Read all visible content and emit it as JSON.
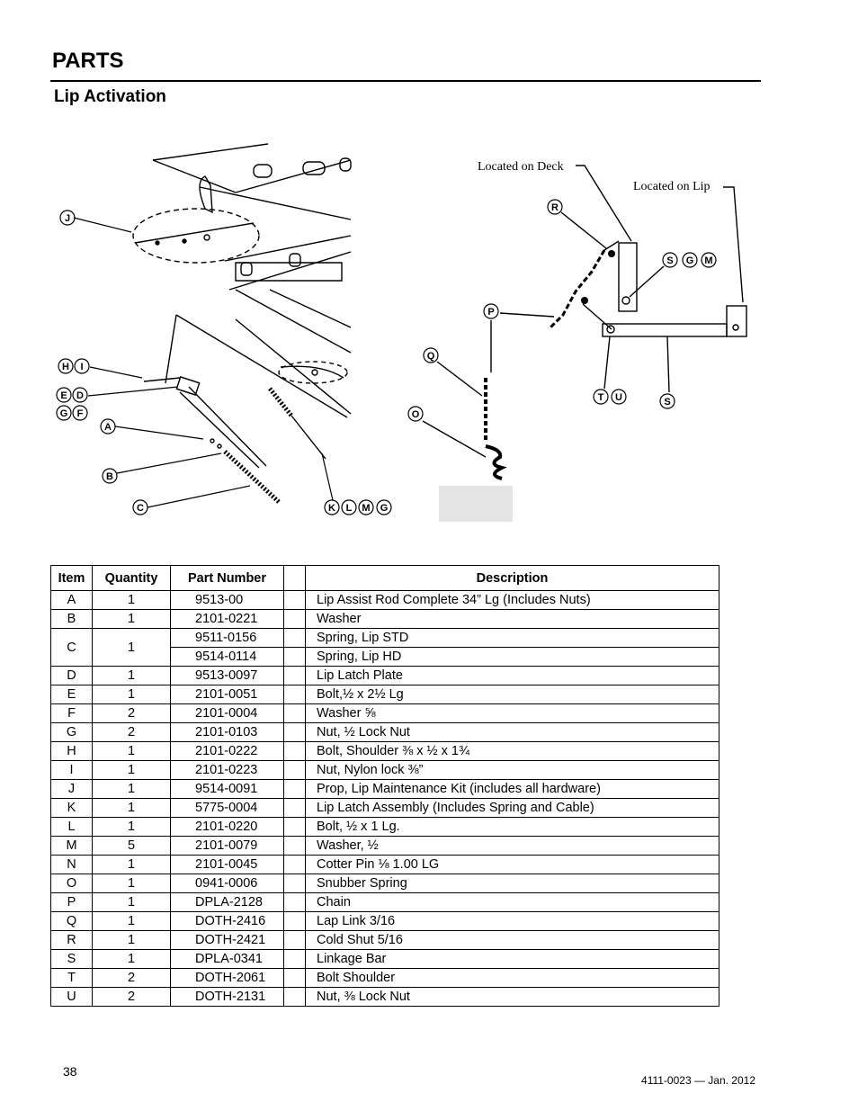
{
  "header": {
    "section": "PARTS",
    "subsection": "Lip Activation"
  },
  "figure": {
    "callouts": [
      "J",
      "H",
      "I",
      "E",
      "D",
      "G",
      "F",
      "A",
      "B",
      "C",
      "K",
      "L",
      "M",
      "G",
      "R",
      "S",
      "G",
      "M",
      "P",
      "Q",
      "O",
      "T",
      "U",
      "S"
    ],
    "notes": {
      "deck": "Located on Deck",
      "lip": "Located on Lip"
    }
  },
  "table": {
    "headers": [
      "Item",
      "Quantity",
      "Part Number",
      "",
      "Description"
    ],
    "rows": [
      {
        "item": "A",
        "qty": "1",
        "part": "9513-00",
        "desc": "Lip Assist Rod Complete 34” Lg (Includes Nuts)"
      },
      {
        "item": "B",
        "qty": "1",
        "part": "2101-0221",
        "desc": "Washer"
      },
      {
        "item": "C",
        "qty": "1",
        "part": "9511-0156",
        "desc": "Spring, Lip STD",
        "part2": "9514-0114",
        "desc2": "Spring, Lip HD"
      },
      {
        "item": "D",
        "qty": "1",
        "part": "9513-0097",
        "desc": "Lip Latch Plate"
      },
      {
        "item": "E",
        "qty": "1",
        "part": "2101-0051",
        "desc": "Bolt,½ x 2½ Lg"
      },
      {
        "item": "F",
        "qty": "2",
        "part": "2101-0004",
        "desc": "Washer ⅝"
      },
      {
        "item": "G",
        "qty": "2",
        "part": "2101-0103",
        "desc": "Nut, ½ Lock Nut"
      },
      {
        "item": "H",
        "qty": "1",
        "part": "2101-0222",
        "desc": "Bolt, Shoulder ⅜ x ½ x 1¾"
      },
      {
        "item": "I",
        "qty": "1",
        "part": "2101-0223",
        "desc": "Nut, Nylon lock ⅜”"
      },
      {
        "item": "J",
        "qty": "1",
        "part": "9514-0091",
        "desc": "Prop, Lip Maintenance Kit (includes all hardware)"
      },
      {
        "item": "K",
        "qty": "1",
        "part": "5775-0004",
        "desc": "Lip Latch Assembly (Includes Spring and Cable)"
      },
      {
        "item": "L",
        "qty": "1",
        "part": "2101-0220",
        "desc": "Bolt, ½ x 1 Lg."
      },
      {
        "item": "M",
        "qty": "5",
        "part": "2101-0079",
        "desc": "Washer, ½"
      },
      {
        "item": "N",
        "qty": "1",
        "part": "2101-0045",
        "desc": "Cotter Pin ⅛ 1.00 LG"
      },
      {
        "item": "O",
        "qty": "1",
        "part": "0941-0006",
        "desc": "Snubber Spring"
      },
      {
        "item": "P",
        "qty": "1",
        "part": "DPLA-2128",
        "desc": "Chain"
      },
      {
        "item": "Q",
        "qty": "1",
        "part": "DOTH-2416",
        "desc": "Lap Link 3/16"
      },
      {
        "item": "R",
        "qty": "1",
        "part": "DOTH-2421",
        "desc": "Cold Shut 5/16"
      },
      {
        "item": "S",
        "qty": "1",
        "part": "DPLA-0341",
        "desc": "Linkage Bar"
      },
      {
        "item": "T",
        "qty": "2",
        "part": "DOTH-2061",
        "desc": "Bolt Shoulder"
      },
      {
        "item": "U",
        "qty": "2",
        "part": "DOTH-2131",
        "desc": "Nut, ⅜ Lock Nut"
      }
    ]
  },
  "footer": {
    "page": "38",
    "doc": "4111-0023 — Jan. 2012"
  }
}
